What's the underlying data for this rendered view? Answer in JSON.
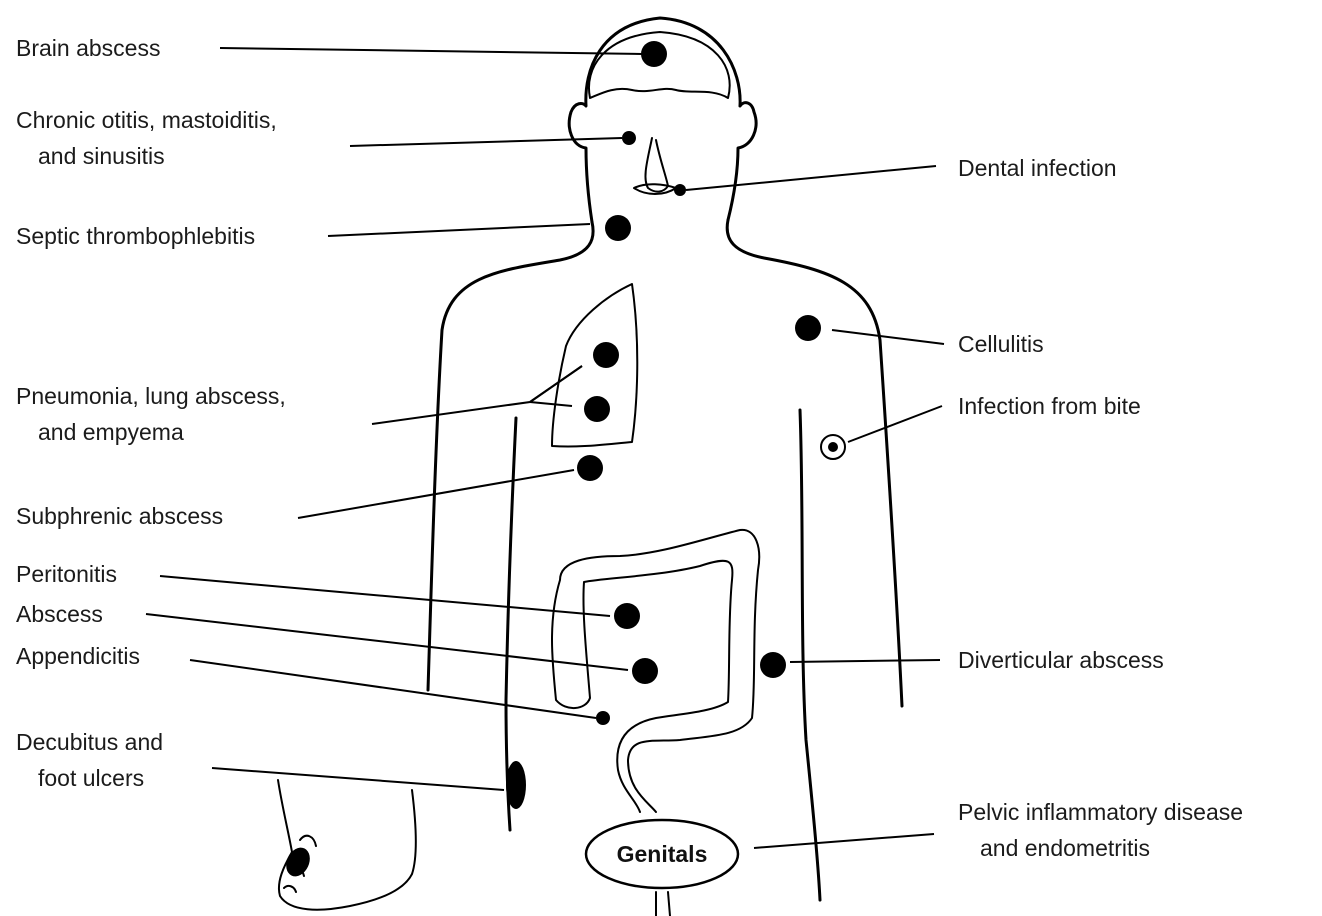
{
  "labels": {
    "brain_abscess": "Brain abscess",
    "otitis_line1": "Chronic otitis, mastoiditis,",
    "otitis_line2": "and sinusitis",
    "dental_infection": "Dental infection",
    "septic_thrombophlebitis": "Septic thrombophlebitis",
    "cellulitis": "Cellulitis",
    "pneumonia_line1": "Pneumonia, lung abscess,",
    "pneumonia_line2": "and empyema",
    "infection_from_bite": "Infection from bite",
    "subphrenic_abscess": "Subphrenic abscess",
    "peritonitis": "Peritonitis",
    "abscess": "Abscess",
    "appendicitis": "Appendicitis",
    "diverticular_abscess": "Diverticular abscess",
    "decubitus_line1": "Decubitus and",
    "decubitus_line2": "foot ulcers",
    "pelvic_line1": "Pelvic inflammatory disease",
    "pelvic_line2": "and endometritis",
    "genitals": "Genitals"
  }
}
